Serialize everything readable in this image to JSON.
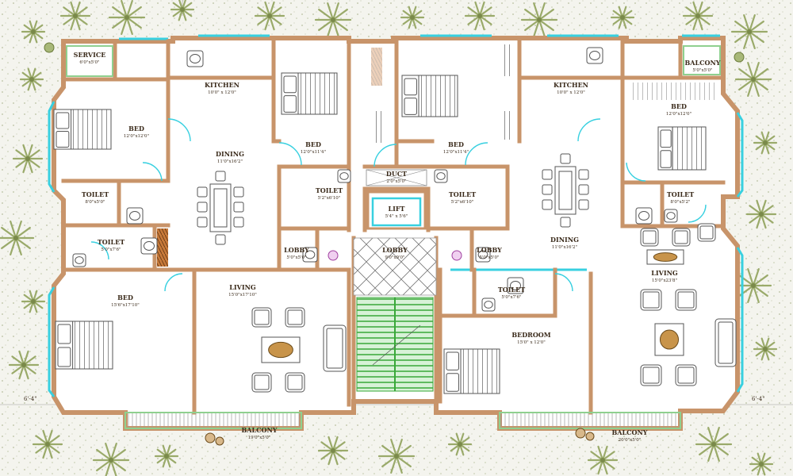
{
  "colors": {
    "wall": "#c8946a",
    "wall_line": "#8a5a3a",
    "floor": "#ffffff",
    "landscape": "#f4f4ee",
    "glass": "#38d0e0",
    "tree": "#9aaa6a",
    "furniture": "#555555",
    "balcony_rail": "#8fd08f"
  },
  "rooms": {
    "left_service": {
      "name": "SERVICE",
      "dim": "6'0\"x5'0\""
    },
    "left_kitchen": {
      "name": "KITCHEN",
      "dim": "10'0\" x 12'0\""
    },
    "left_bed_top": {
      "name": "BED",
      "dim": "12'0\"x12'0\""
    },
    "left_bed_mid": {
      "name": "BED",
      "dim": "12'0\"x11'4\""
    },
    "left_dining": {
      "name": "DINING",
      "dim": "11'0\"x16'2\""
    },
    "left_toilet_1": {
      "name": "TOILET",
      "dim": "8'0\"x5'0\""
    },
    "left_toilet_2": {
      "name": "TOILET",
      "dim": "5'0\"x7'6\""
    },
    "left_toilet_3": {
      "name": "TOILET",
      "dim": "5'2\"x6'10\""
    },
    "left_lobby": {
      "name": "LOBBY",
      "dim": "5'0\"x5'0\""
    },
    "left_bed_big": {
      "name": "BED",
      "dim": "15'6\"x17'10\""
    },
    "left_living": {
      "name": "LIVING",
      "dim": "15'0\"x17'10\""
    },
    "left_balcony": {
      "name": "BALCONY",
      "dim": "19'0\"x5'0\""
    },
    "duct": {
      "name": "DUCT",
      "dim": "2'0\"x5'0\""
    },
    "lift": {
      "name": "LIFT",
      "dim": "5'4\" x 5'6\""
    },
    "core_lobby": {
      "name": "LOBBY",
      "dim": "9'0\"x9'0\""
    },
    "right_service": {
      "name": "",
      "dim": ""
    },
    "right_balcony_top": {
      "name": "BALCONY",
      "dim": "5'0\"x5'0\""
    },
    "right_kitchen": {
      "name": "KITCHEN",
      "dim": "10'0\" x 12'0\""
    },
    "right_bed_mid": {
      "name": "BED",
      "dim": "12'0\"x11'4\""
    },
    "right_bed_top": {
      "name": "BED",
      "dim": "12'0\"x12'0\""
    },
    "right_toilet_1": {
      "name": "TOILET",
      "dim": "5'2\"x6'10\""
    },
    "right_toilet_2": {
      "name": "TOILET",
      "dim": "8'0\"x5'2\""
    },
    "right_dining": {
      "name": "DINING",
      "dim": "11'0\"x16'2\""
    },
    "right_lobby": {
      "name": "LOBBY",
      "dim": "5'0\"x5'0\""
    },
    "right_toilet_3": {
      "name": "TOILET",
      "dim": "5'0\"x7'6\""
    },
    "right_living": {
      "name": "LIVING",
      "dim": "15'0\"x23'8\""
    },
    "right_bedroom": {
      "name": "BEDROOM",
      "dim": "15'0\" x 12'0\""
    },
    "right_balcony": {
      "name": "BALCONY",
      "dim": "20'0\"x5'0\""
    }
  },
  "dimension_marks": {
    "left": "6'-4\"",
    "right": "6'-4\""
  }
}
